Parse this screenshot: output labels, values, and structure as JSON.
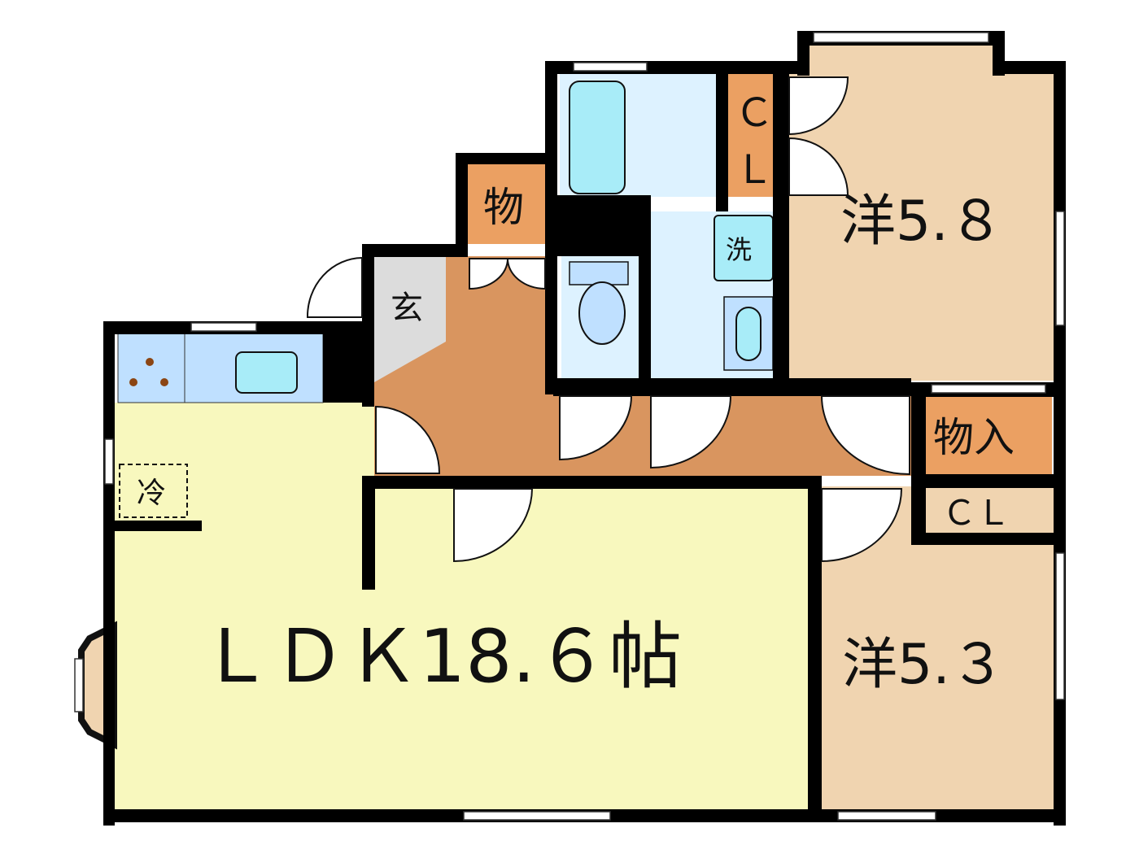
{
  "rooms": {
    "ldk": "ＬＤＫ18.６帖",
    "western_a": "洋5.８",
    "western_b": "洋5.３",
    "entrance": "玄",
    "storage_top": "物",
    "storage": "物入",
    "closet_top_c": "Ｃ",
    "closet_top_l": "Ｌ",
    "closet_bottom": "ＣＬ",
    "washer": "洗",
    "fridge": "冷"
  },
  "colors": {
    "ldk": "#F8F8BE",
    "western": "#F0D4B0",
    "corridor": "#D9955F",
    "storage": "#EBA062",
    "wet": "#DDF2FF",
    "fixture": "#A8ECF8",
    "entrance": "#DCDCDC"
  }
}
